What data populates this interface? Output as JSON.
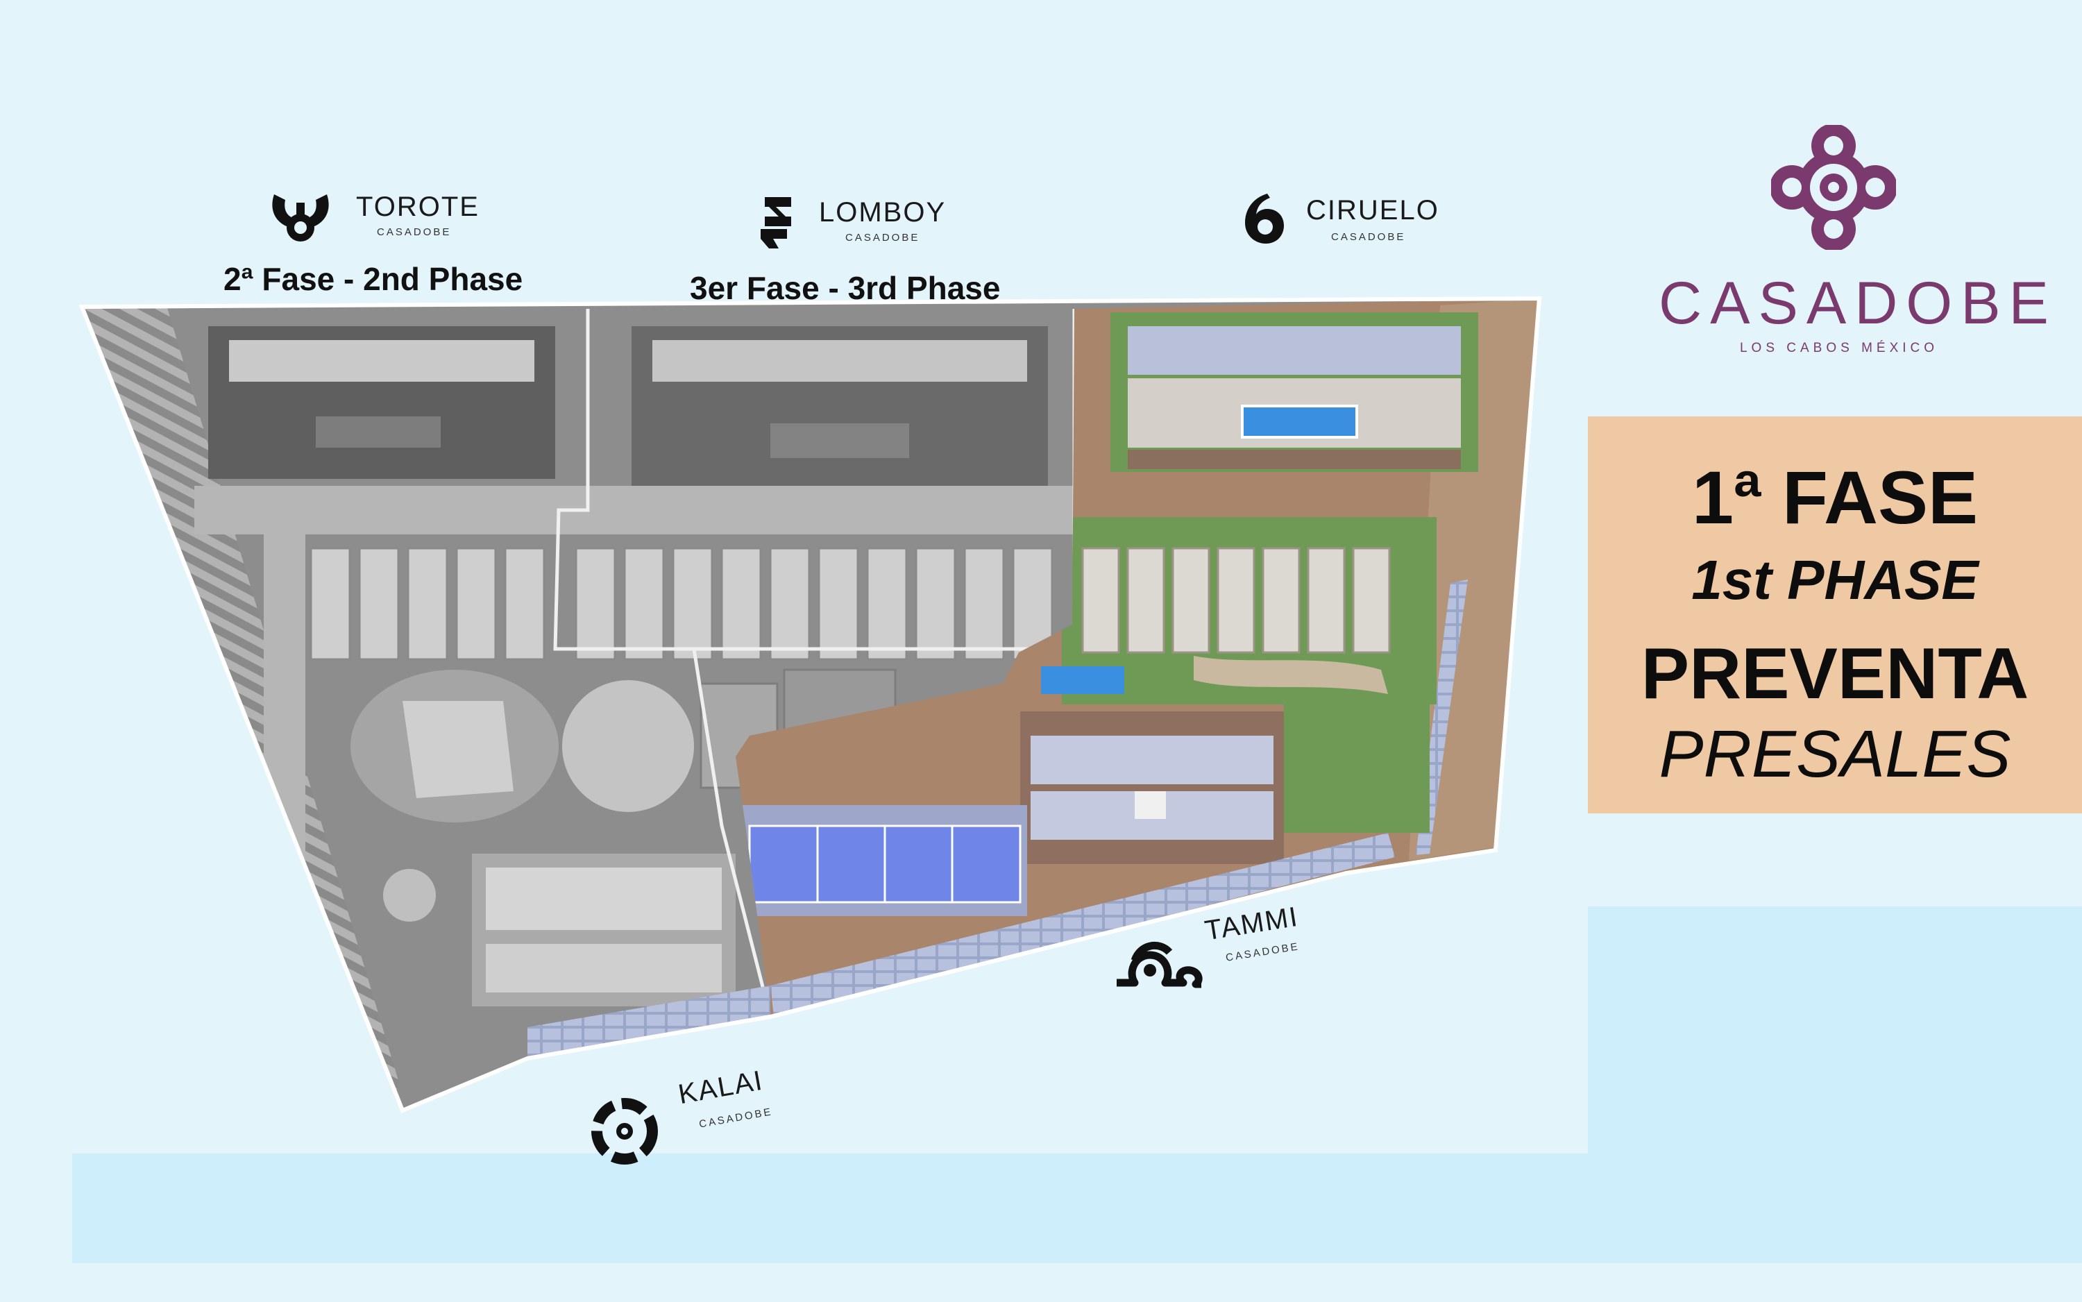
{
  "brands": {
    "torote": {
      "name": "TOROTE",
      "sub": "CASADOBE",
      "phase": "2ª Fase  - 2nd Phase"
    },
    "lomboy": {
      "name": "LOMBOY",
      "sub": "CASADOBE",
      "phase": "3er Fase - 3rd Phase"
    },
    "ciruelo": {
      "name": "CIRUELO",
      "sub": "CASADOBE"
    },
    "tammi": {
      "name": "TAMMI",
      "sub": "CASADOBE"
    },
    "kalai": {
      "name": "KALAI",
      "sub": "CASADOBE"
    }
  },
  "logo": {
    "word": "CASADOBE",
    "tagline": "LOS CABOS MÉXICO"
  },
  "phase_box": {
    "line1": "1ª FASE",
    "line2": "1st PHASE",
    "line3": "PREVENTA",
    "line4": "PRESALES"
  },
  "colors": {
    "background": "#e3f4fa",
    "band": "#cfeefb",
    "brand_purple": "#7a3a6e",
    "phase_box": "#efc9a3",
    "pool": "#3a8fe0",
    "court": "#6f86e8",
    "grass": "#6e9a55"
  },
  "icons": [
    "torote-icon",
    "lomboy-icon",
    "ciruelo-icon",
    "tammi-icon",
    "kalai-icon",
    "casadobe-flower-icon"
  ]
}
